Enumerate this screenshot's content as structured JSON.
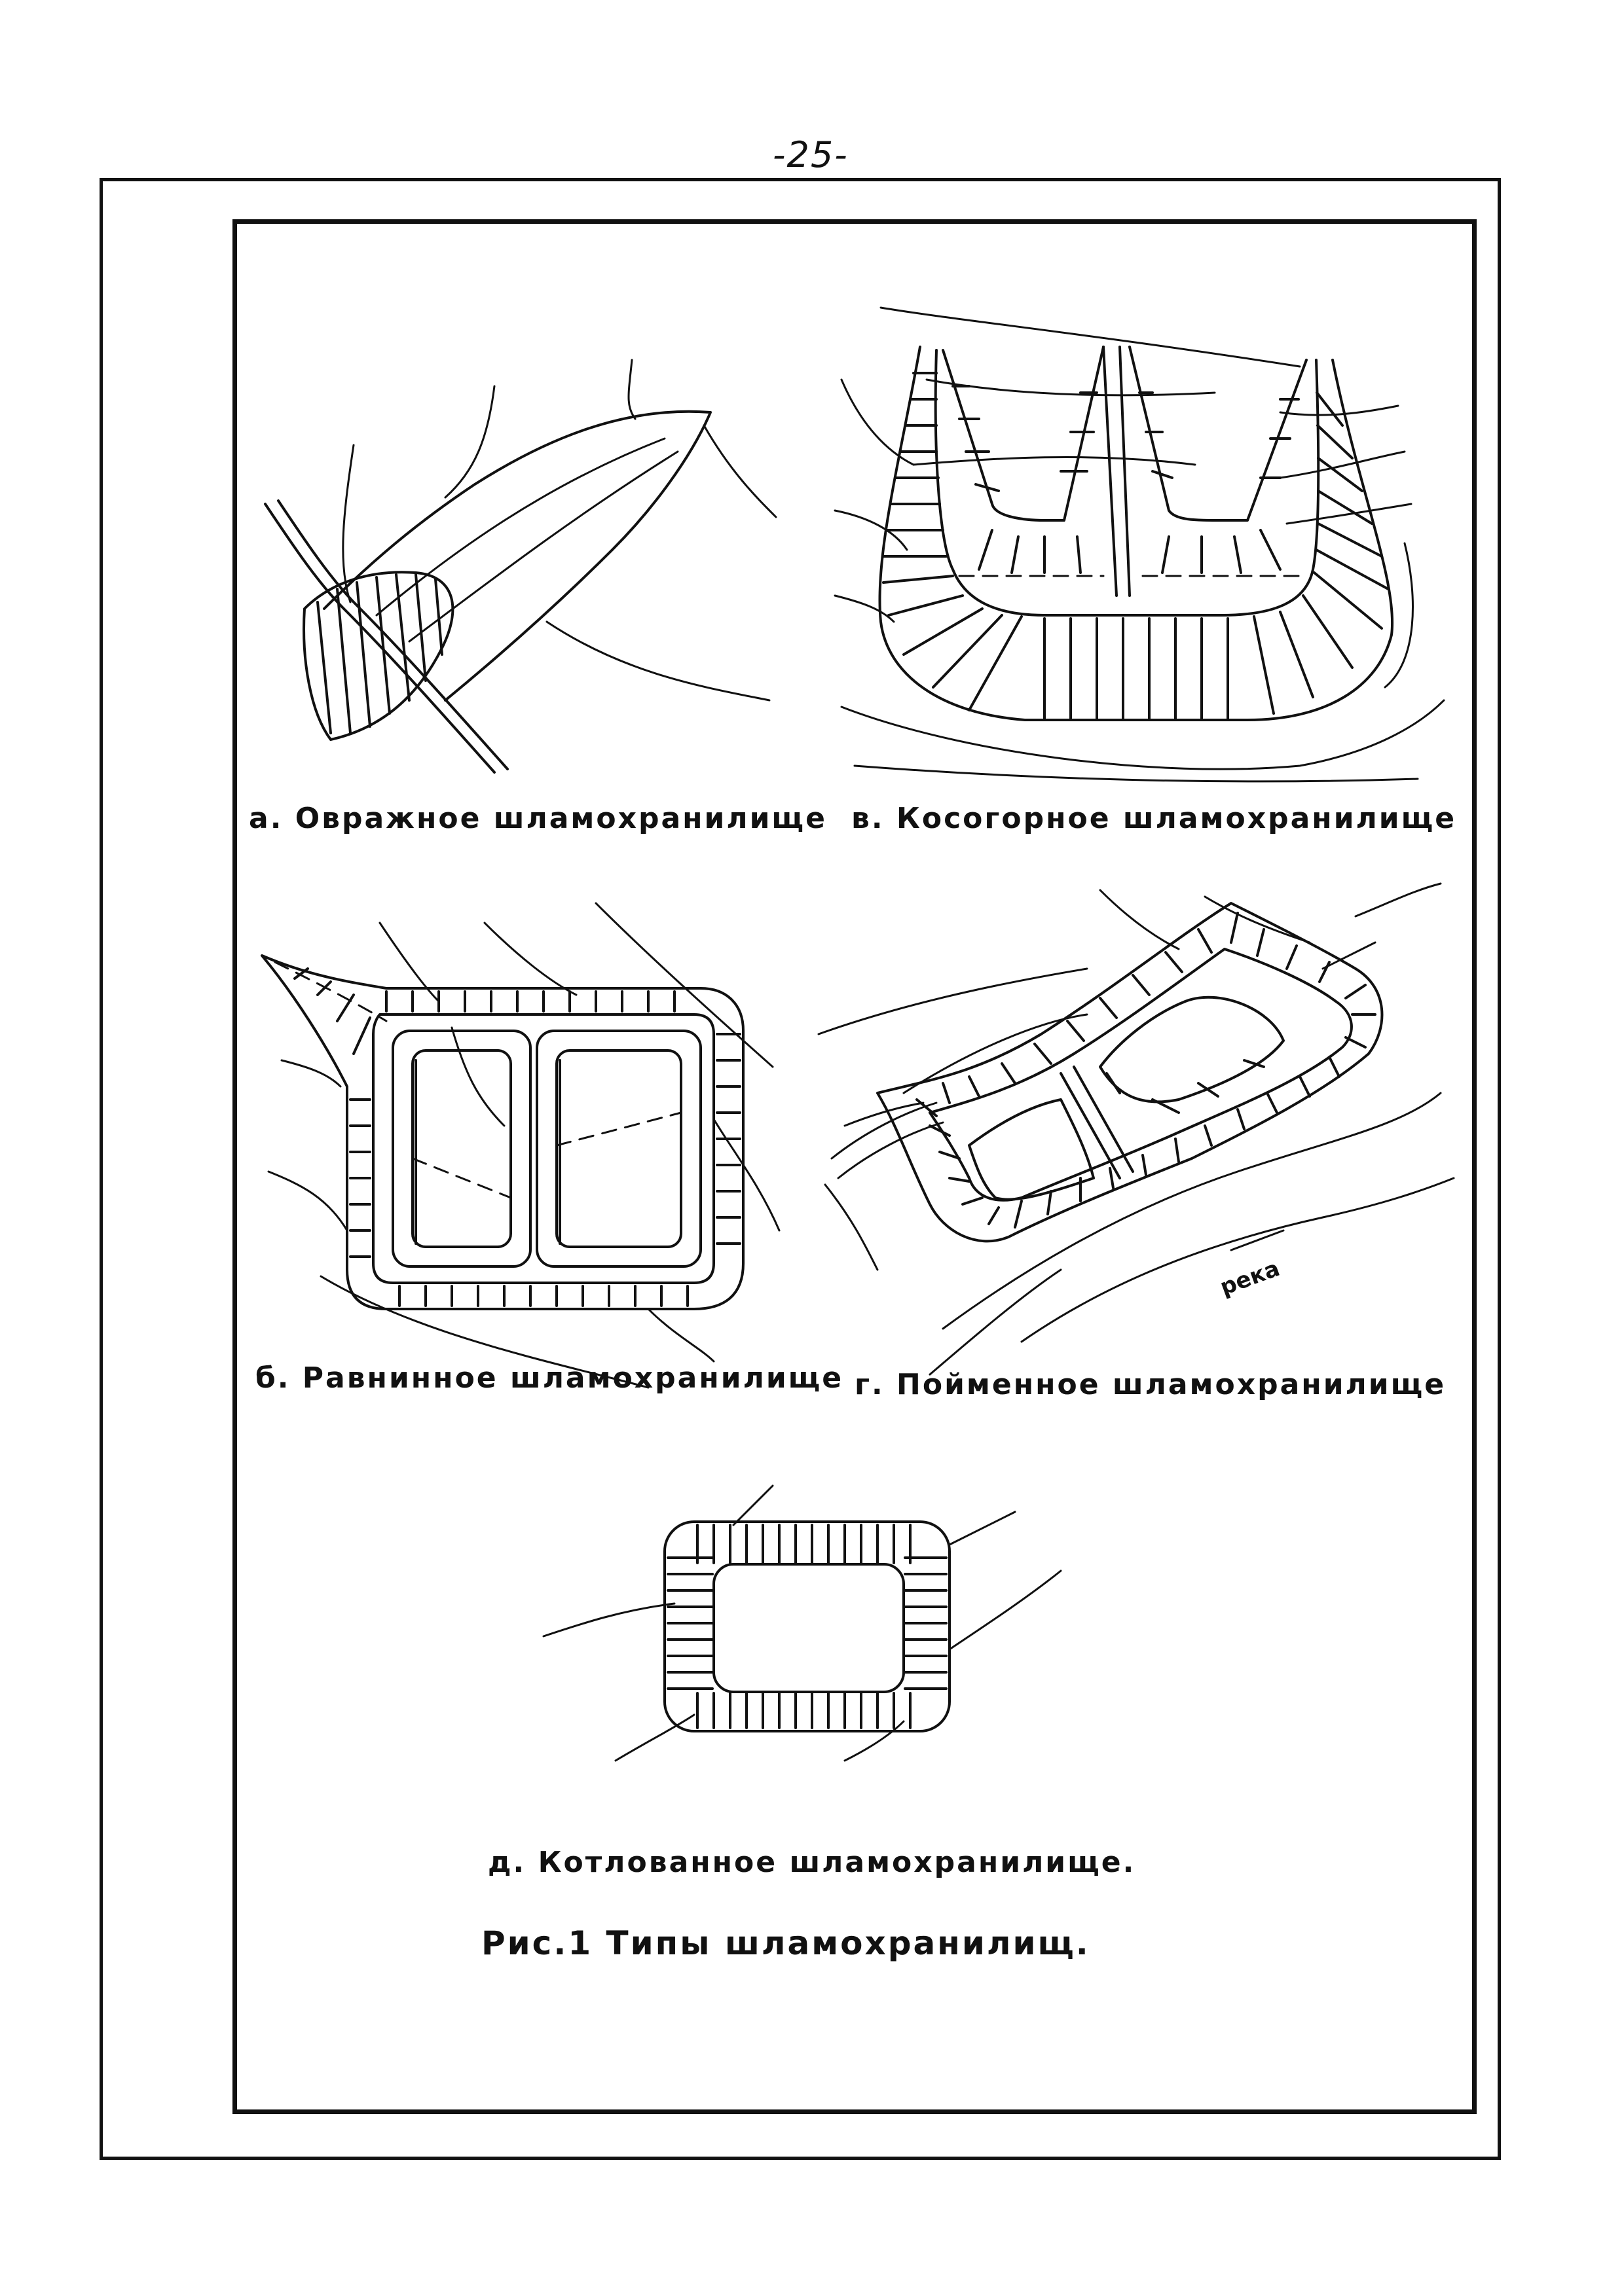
{
  "page": {
    "number": "-25-"
  },
  "figures": {
    "a": {
      "caption": "а. Овражное шламохранилище"
    },
    "v": {
      "caption": "в. Косогорное шламохранилище"
    },
    "b": {
      "caption": "б. Равнинное шламохранилище"
    },
    "g": {
      "caption": "г. Пойменное шламохранилище",
      "river_label": "река"
    },
    "d": {
      "caption": "д. Котлованное шламохранилище."
    }
  },
  "figure_caption": "Рис.1 Типы шламохранилищ.",
  "colors": {
    "ink": "#111111",
    "paper": "#ffffff"
  }
}
